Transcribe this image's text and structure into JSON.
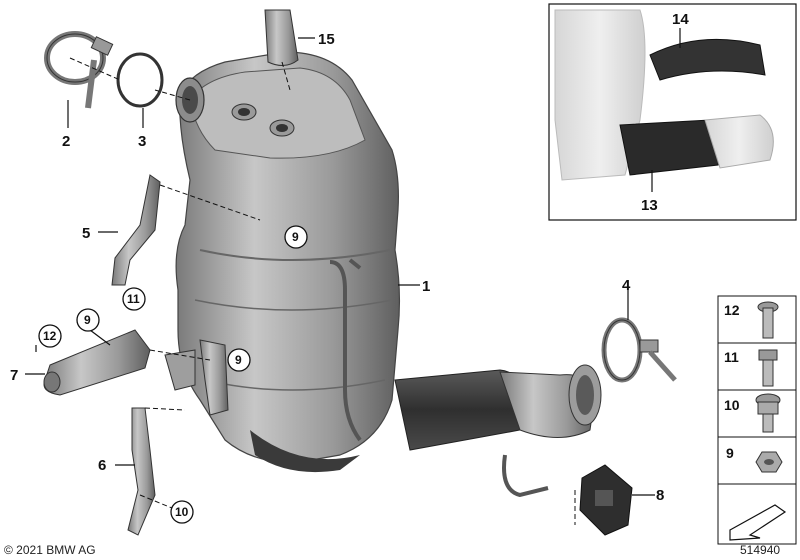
{
  "callouts": {
    "c1": "1",
    "c2": "2",
    "c3": "3",
    "c4": "4",
    "c5": "5",
    "c6": "6",
    "c7": "7",
    "c8": "8",
    "c9a": "9",
    "c9b": "9",
    "c9c": "9",
    "c10": "10",
    "c11": "11",
    "c12": "12",
    "c13": "13",
    "c14": "14",
    "c15": "15"
  },
  "legend": {
    "items": [
      {
        "number": "12",
        "part": "flange-bolt"
      },
      {
        "number": "11",
        "part": "hex-bolt"
      },
      {
        "number": "10",
        "part": "collar-nut"
      },
      {
        "number": "9",
        "part": "hex-nut"
      }
    ]
  },
  "footer": {
    "copyright": "© 2021 BMW AG",
    "diagram_id": "514940"
  },
  "colors": {
    "metal_light": "#d9d9d9",
    "metal_mid": "#a9a9a9",
    "metal_dark": "#6e6e6e",
    "pipe": "#3f3f3f",
    "line": "#111111"
  }
}
